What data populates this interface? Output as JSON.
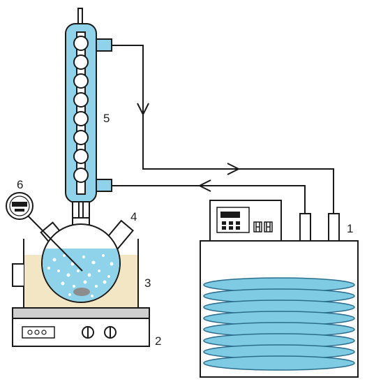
{
  "labels": {
    "chiller": "1",
    "stirrer": "2",
    "bath": "3",
    "flask": "4",
    "condenser": "5",
    "thermometer": "6"
  },
  "colors": {
    "coolant": "#8ed3ea",
    "water": "#7fcbe3",
    "water_line": "#2a6e8c",
    "heating_bath": "#f3e6c4",
    "outline": "#1a1a1a",
    "hotplate": "#cfcfcf",
    "stir_bar": "#8d8d8d"
  },
  "icons": {
    "flow_arrow": "arrow-icon",
    "thermometer": "digital-thermometer-icon",
    "display": "control-panel-icon"
  }
}
